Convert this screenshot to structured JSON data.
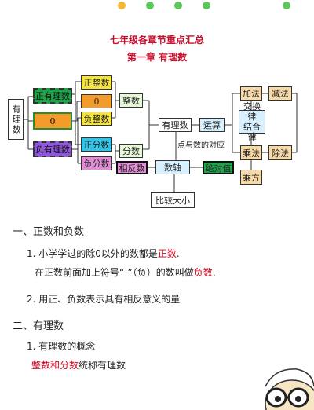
{
  "colors": {
    "red": "#d0021b",
    "green": "#1fa34a",
    "orange": "#f2a742",
    "yellow": "#f5e43a",
    "purple": "#9b4fd6",
    "cyan": "#31c6e8",
    "pink": "#e38fd7"
  },
  "header": {
    "title": "七年级各章节重点汇总",
    "subtitle": "第一章 有理数"
  },
  "diagram": {
    "youlishu_left": "有理数",
    "zheng_youlishu": "正有理数",
    "zero_mid": "0",
    "fu_youlishu": "负有理数",
    "zheng_zhengshu": "正整数",
    "zero_int": "0",
    "fu_zhengshu": "负整数",
    "zhengshu": "整数",
    "zheng_fenshu": "正分数",
    "fu_fenshu": "负分数",
    "fenshu": "分数",
    "youlishu_center": "有理数",
    "yunsuan": "运算",
    "dian_yu_shu": "点与数的对应",
    "xiangfanshu": "相反数",
    "shuzhou": "数轴",
    "jueduizhi": "绝对值",
    "bijiao": "比较大小",
    "jiafa": "加法",
    "jianfa": "减法",
    "jiaohuanlv": "交换律",
    "jiehelv": "结合律",
    "chengfa": "乘法",
    "chufa": "除法",
    "chengfang": "乘方"
  },
  "sections": [
    {
      "heading": "一、正数和负数",
      "items": [
        {
          "line1_pre": "1. 小学学过的除0以外的数都是",
          "line1_red": "正数",
          "line1_post": ".",
          "line2_pre": "在正数前面加上符号“-”（负）的数叫做",
          "line2_red": "负数",
          "line2_post": "."
        },
        {
          "text": "2. 用正、负数表示具有相反意义的量"
        }
      ]
    },
    {
      "heading": "二、有理数",
      "items": [
        {
          "line1": "1. 有理数的概念",
          "line2_red": "整数和分数",
          "line2_post": "统称有理数"
        }
      ]
    }
  ]
}
